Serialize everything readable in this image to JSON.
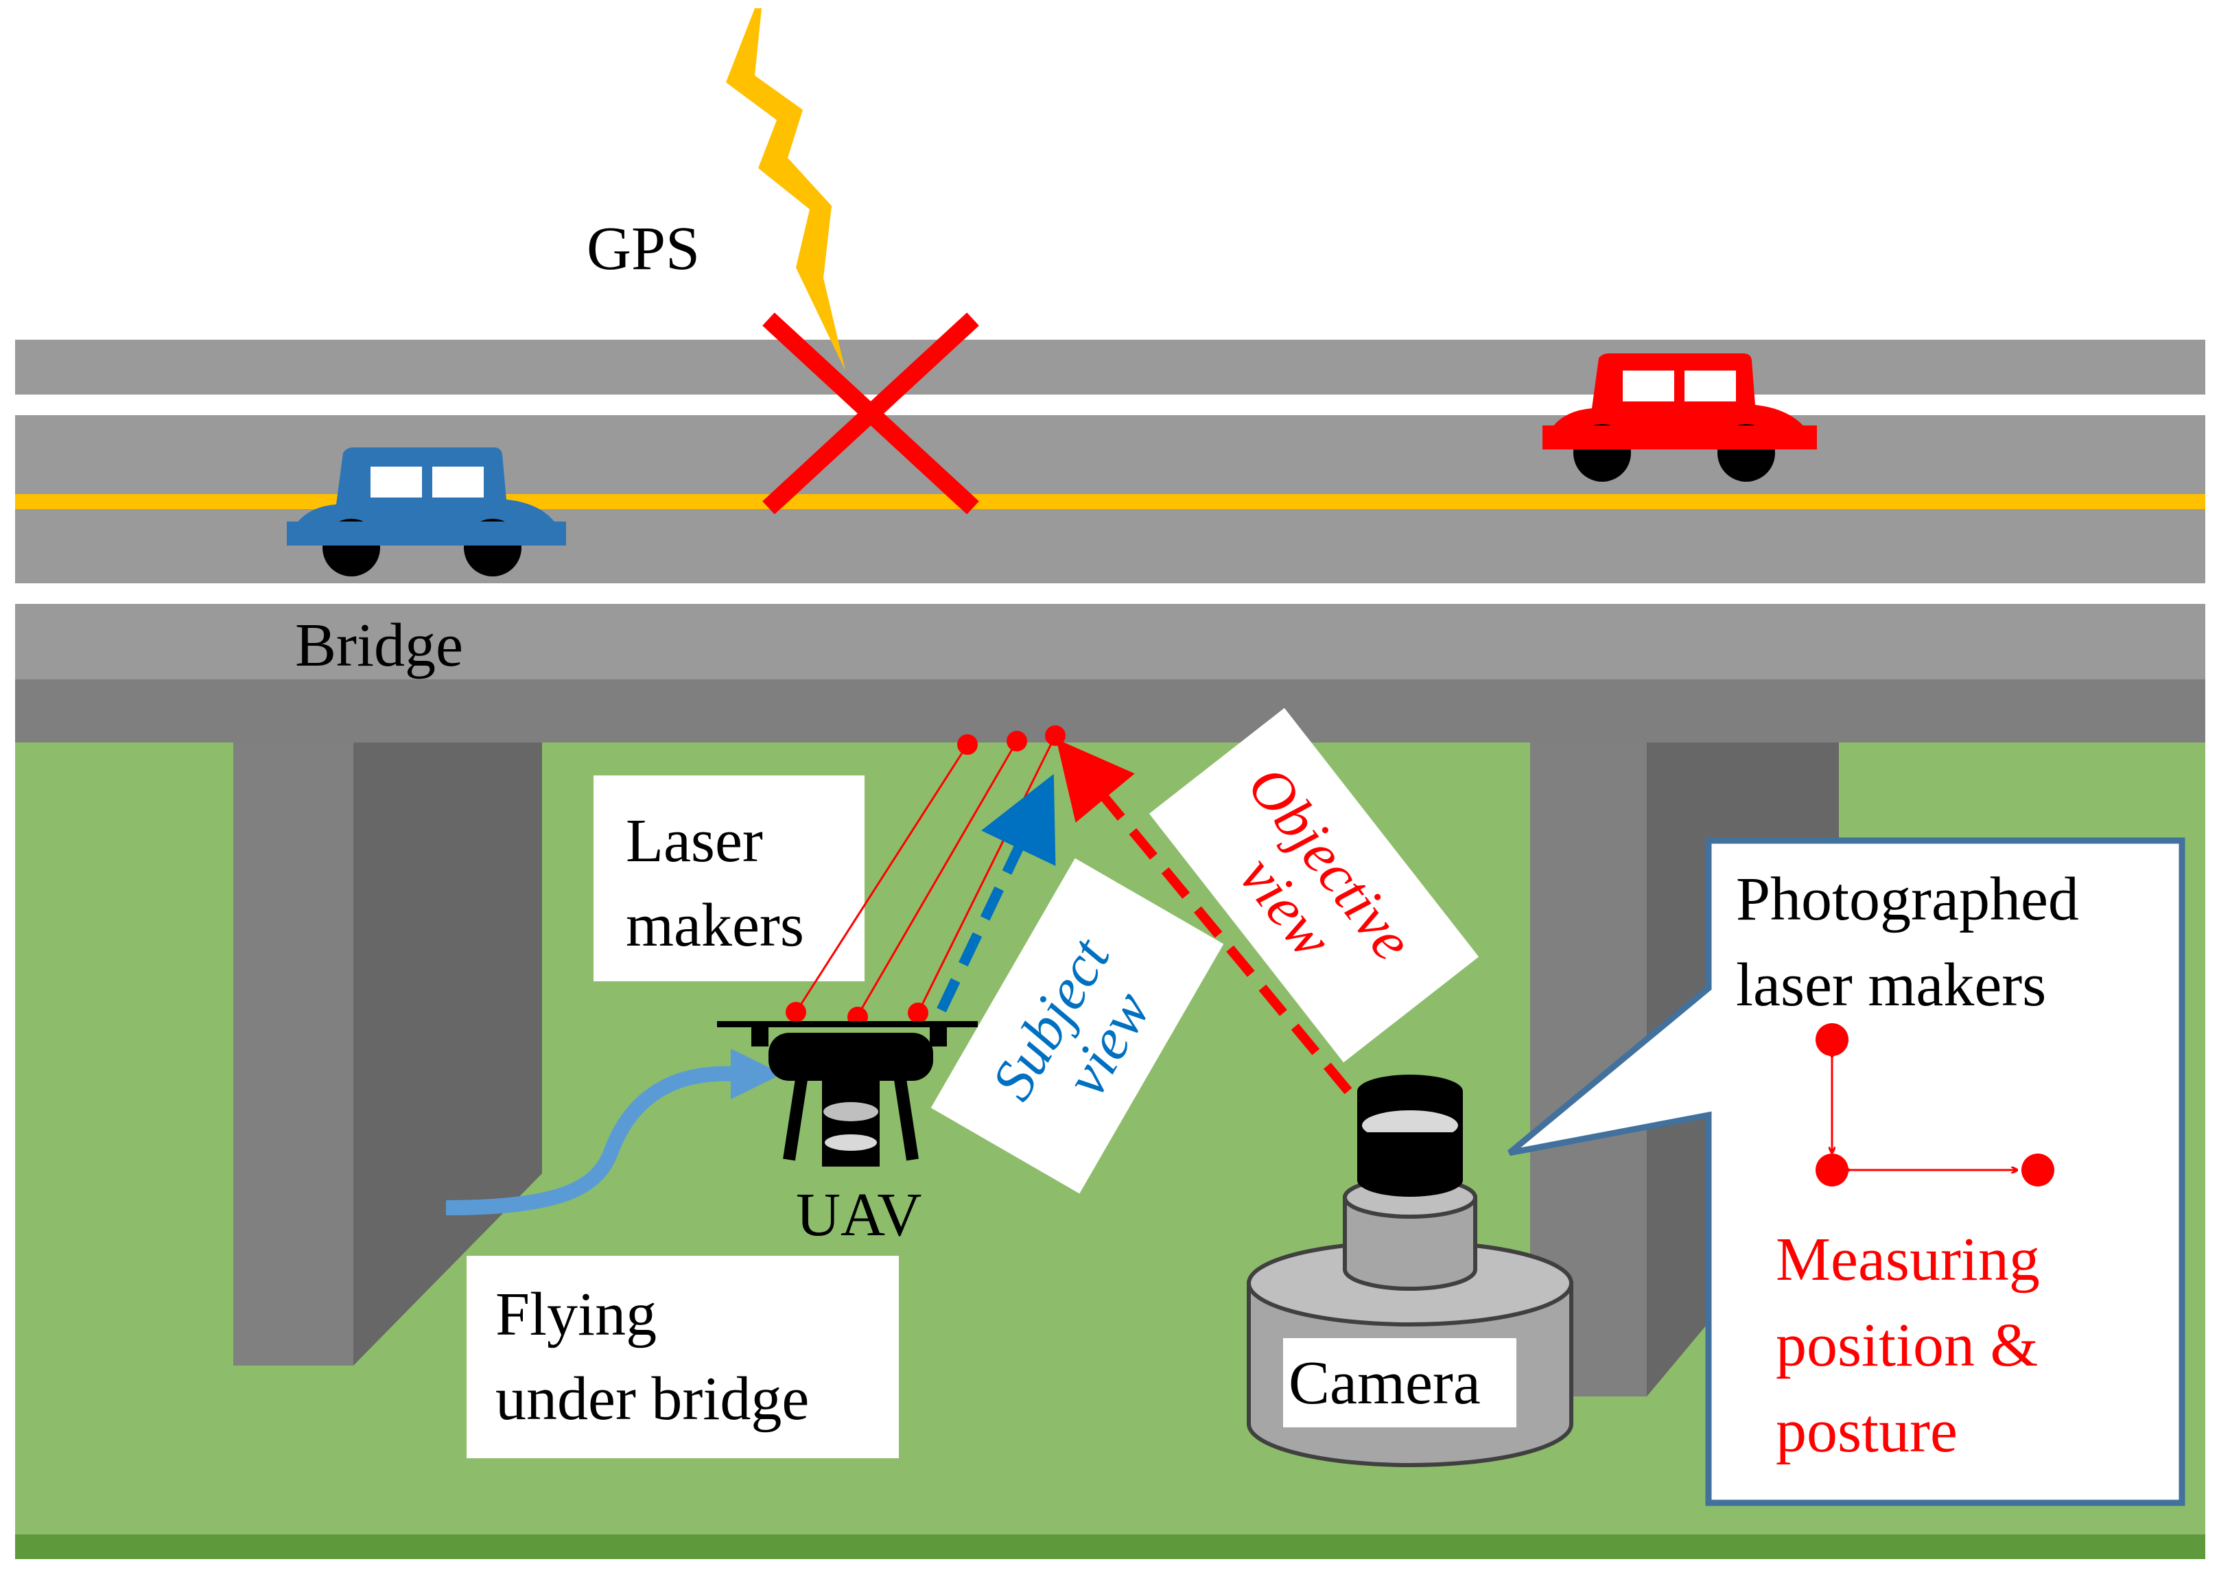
{
  "labels": {
    "gps": "GPS",
    "bridge": "Bridge",
    "laser_makers": [
      "Laser",
      "makers"
    ],
    "subject_view": [
      "Subject",
      "view"
    ],
    "objective_view": [
      "Objective",
      "view"
    ],
    "uav": "UAV",
    "flying_under_bridge": [
      "Flying",
      "under bridge"
    ],
    "camera": "Camera",
    "photographed_laser_makers": [
      "Photographed",
      "laser makers"
    ],
    "measuring": [
      "Measuring",
      "position &",
      "posture"
    ]
  },
  "colors": {
    "road": "#9a9a9a",
    "road_dark": "#7f7f7f",
    "pier_light": "#808080",
    "pier_dark": "#676767",
    "ground": "#8dbd6a",
    "ground_edge": "#5e9a3c",
    "lane_line": "#ffc000",
    "gps_bolt": "#ffc000",
    "blocked_x": "#ff0000",
    "blue_car": "#2e75b6",
    "red_car": "#ff0000",
    "laser": "#ff0000",
    "subject_arrow": "#0070c0",
    "flight_arrow": "#5b9bd5",
    "callout_border": "#41719c",
    "measure_text": "#ff0000"
  },
  "icons": [
    "lightning-bolt-icon",
    "cross-mark-icon",
    "car-icon",
    "drone-icon",
    "camera-icon",
    "laser-dot-icon",
    "arrow-icon"
  ]
}
